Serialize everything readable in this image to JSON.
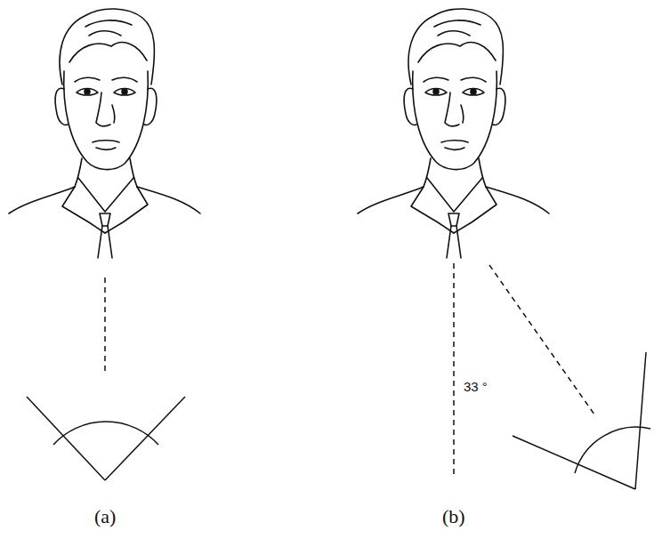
{
  "diagram": {
    "labels": [
      "33 °",
      "(a)",
      "(b)"
    ]
  }
}
